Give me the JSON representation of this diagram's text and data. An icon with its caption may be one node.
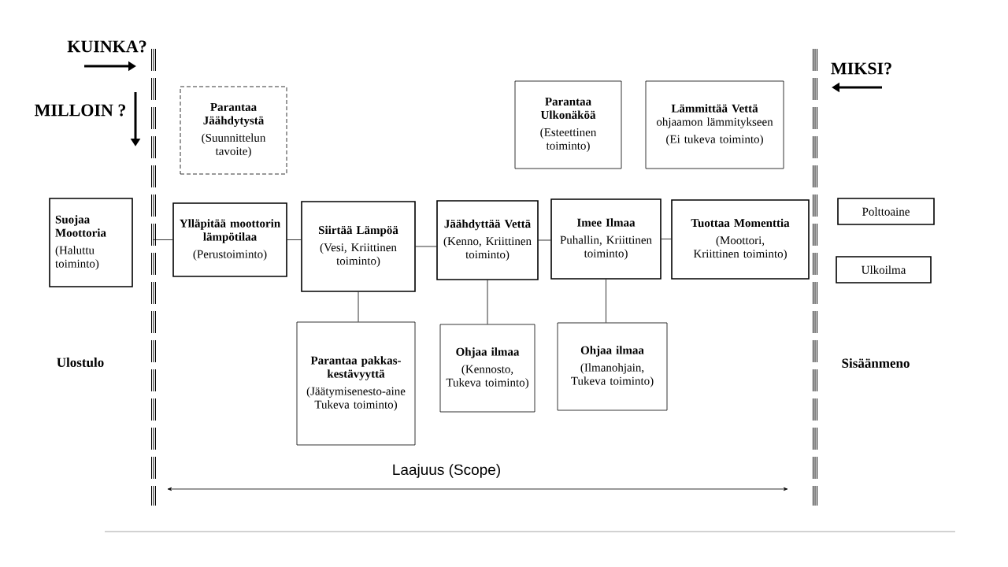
{
  "diagram": {
    "nodes": [
      {
        "text": [
          "Suojaa Moottoria",
          "(Haluttu toiminto)"
        ]
      },
      {
        "text": [
          "Parantaa Jäähdytystä",
          "(Suunnittelun tavoite)"
        ]
      },
      {
        "text": [
          "Ylläpitää moottorin lämpötilaa",
          "(Perustoiminto)"
        ]
      },
      {
        "text": [
          "Siirtää Lämpöä",
          "(Vesi, Kriittinen toiminto)"
        ]
      },
      {
        "text": [
          "Parantaa Ulkonäköä",
          "(Esteettinen toiminto)"
        ]
      },
      {
        "text": [
          "Lämmittää Vettä",
          "ohjaamon lämmitykseen",
          "(Ei tukeva toiminto)"
        ]
      },
      {
        "text": [
          "Jäähdyttää Vettä",
          "(Kenno, Kriittinen toiminto)"
        ]
      },
      {
        "text": [
          "Imee Ilmaa",
          "Puhallin, Kriittinen toiminto)"
        ]
      },
      {
        "text": [
          "Tuottaa Momenttia",
          "(Moottori, Kriittinen toiminto)"
        ]
      },
      {
        "text": [
          "Polttoaine"
        ]
      },
      {
        "text": [
          "Ulkoilma"
        ]
      },
      {
        "text": [
          "Parantaa pakkas-kestävyyttä",
          "(Jäätymisenesto-aine Tukeva toiminto)"
        ]
      },
      {
        "text": [
          "Ohjaa ilmaa",
          "(Kennosto, Tukeva toiminto)"
        ]
      },
      {
        "text": [
          "Ohjaa ilmaa",
          "(Ilmanohjain, Tukeva toiminto)"
        ]
      }
    ],
    "edges": [
      {
        "from": null,
        "to": 2,
        "arrow": "none"
      },
      {
        "from": 2,
        "to": 3,
        "arrow": "none"
      },
      {
        "from": 3,
        "to": 6,
        "arrow": "none"
      },
      {
        "from": 6,
        "to": 7,
        "arrow": "none"
      },
      {
        "from": 7,
        "to": 8,
        "arrow": "none"
      },
      {
        "from": 3,
        "to": 11,
        "arrow": "none"
      },
      {
        "from": 6,
        "to": 12,
        "arrow": "none"
      },
      {
        "from": 7,
        "to": 13,
        "arrow": "none"
      }
    ],
    "labels": [
      "KUINKA?",
      "MILLOIN ?",
      "MIKSI?",
      "Ulostulo",
      "Sisäänmeno",
      "Laajuus (Scope)"
    ]
  }
}
